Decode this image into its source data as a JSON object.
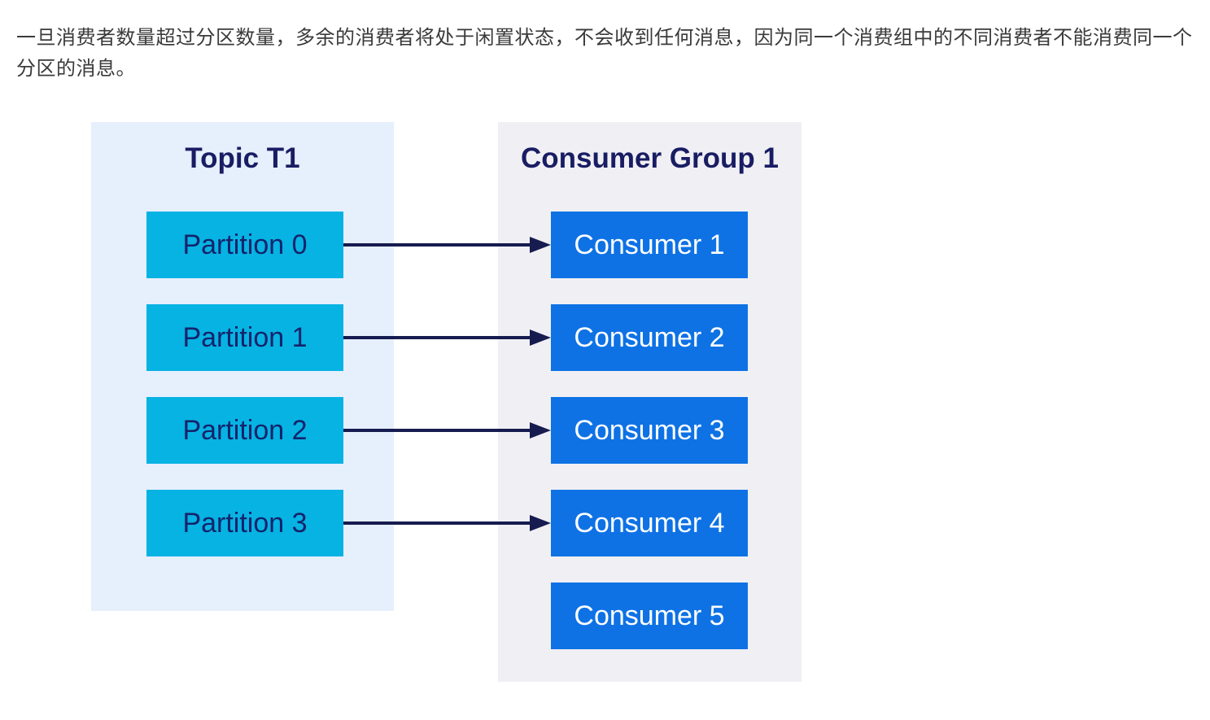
{
  "intro": {
    "text": "一旦消费者数量超过分区数量，多余的消费者将处于闲置状态，不会收到任何消息，因为同一个消费组中的不同消费者不能消费同一个分区的消息。"
  },
  "diagram": {
    "topic_panel": {
      "title": "Topic T1",
      "partitions": [
        {
          "label": "Partition 0"
        },
        {
          "label": "Partition 1"
        },
        {
          "label": "Partition 2"
        },
        {
          "label": "Partition 3"
        }
      ]
    },
    "consumer_panel": {
      "title": "Consumer Group 1",
      "consumers": [
        {
          "label": "Consumer 1"
        },
        {
          "label": "Consumer 2"
        },
        {
          "label": "Consumer 3"
        },
        {
          "label": "Consumer 4"
        },
        {
          "label": "Consumer 5"
        }
      ]
    },
    "connections": [
      {
        "from": "Partition 0",
        "to": "Consumer 1"
      },
      {
        "from": "Partition 1",
        "to": "Consumer 2"
      },
      {
        "from": "Partition 2",
        "to": "Consumer 3"
      },
      {
        "from": "Partition 3",
        "to": "Consumer 4"
      }
    ],
    "colors": {
      "topic_panel_bg": "#E6EFFC",
      "consumer_panel_bg": "#F0EFF4",
      "partition_box": "#06B3E3",
      "consumer_box": "#0E72E5",
      "title_text": "#191D63",
      "partition_text": "#14236B",
      "consumer_text": "#FFFFFF",
      "arrow": "#161C4F",
      "paragraph_text": "#3A3A3A"
    }
  }
}
